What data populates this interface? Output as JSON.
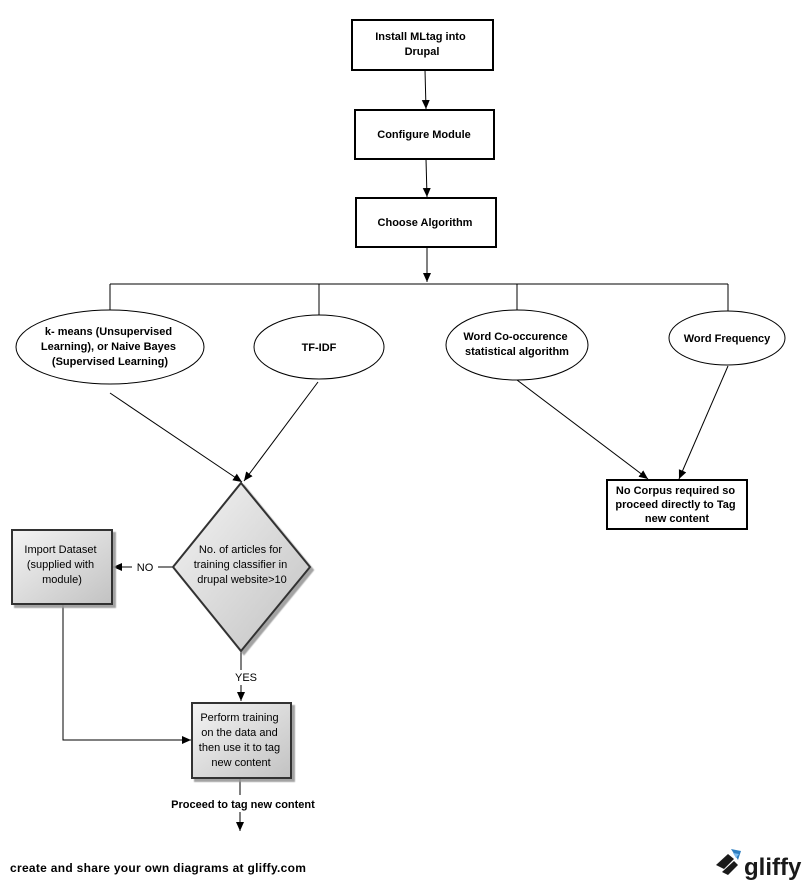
{
  "diagram": {
    "nodes": {
      "install": [
        "Install MLtag into",
        "Drupal"
      ],
      "configure": [
        "Configure Module"
      ],
      "choose": [
        "Choose Algorithm"
      ],
      "kmeans": [
        "k- means (Unsupervised",
        "Learning), or Naive Bayes",
        "(Supervised Learning)"
      ],
      "tfidf": [
        "TF-IDF"
      ],
      "cooc": [
        "Word Co-occurence",
        "statistical algorithm"
      ],
      "wordfreq": [
        "Word Frequency"
      ],
      "nocorpus": [
        "No Corpus required so",
        "proceed directly to Tag",
        "new content"
      ],
      "decision": [
        "No. of articles for",
        "training classifier in",
        "drupal website>10"
      ],
      "import": [
        "Import Dataset",
        "(supplied with",
        "module)"
      ],
      "training": [
        "Perform training",
        "on the data and",
        "then use it to tag",
        "new content"
      ],
      "proceed": [
        "Proceed to tag new content"
      ]
    },
    "edge_labels": {
      "no": "NO",
      "yes": "YES"
    }
  },
  "footer": {
    "text": "create and share your own diagrams at gliffy.com",
    "logo": "gliffy",
    "logo_icon": "gliffy-logo-icon"
  }
}
